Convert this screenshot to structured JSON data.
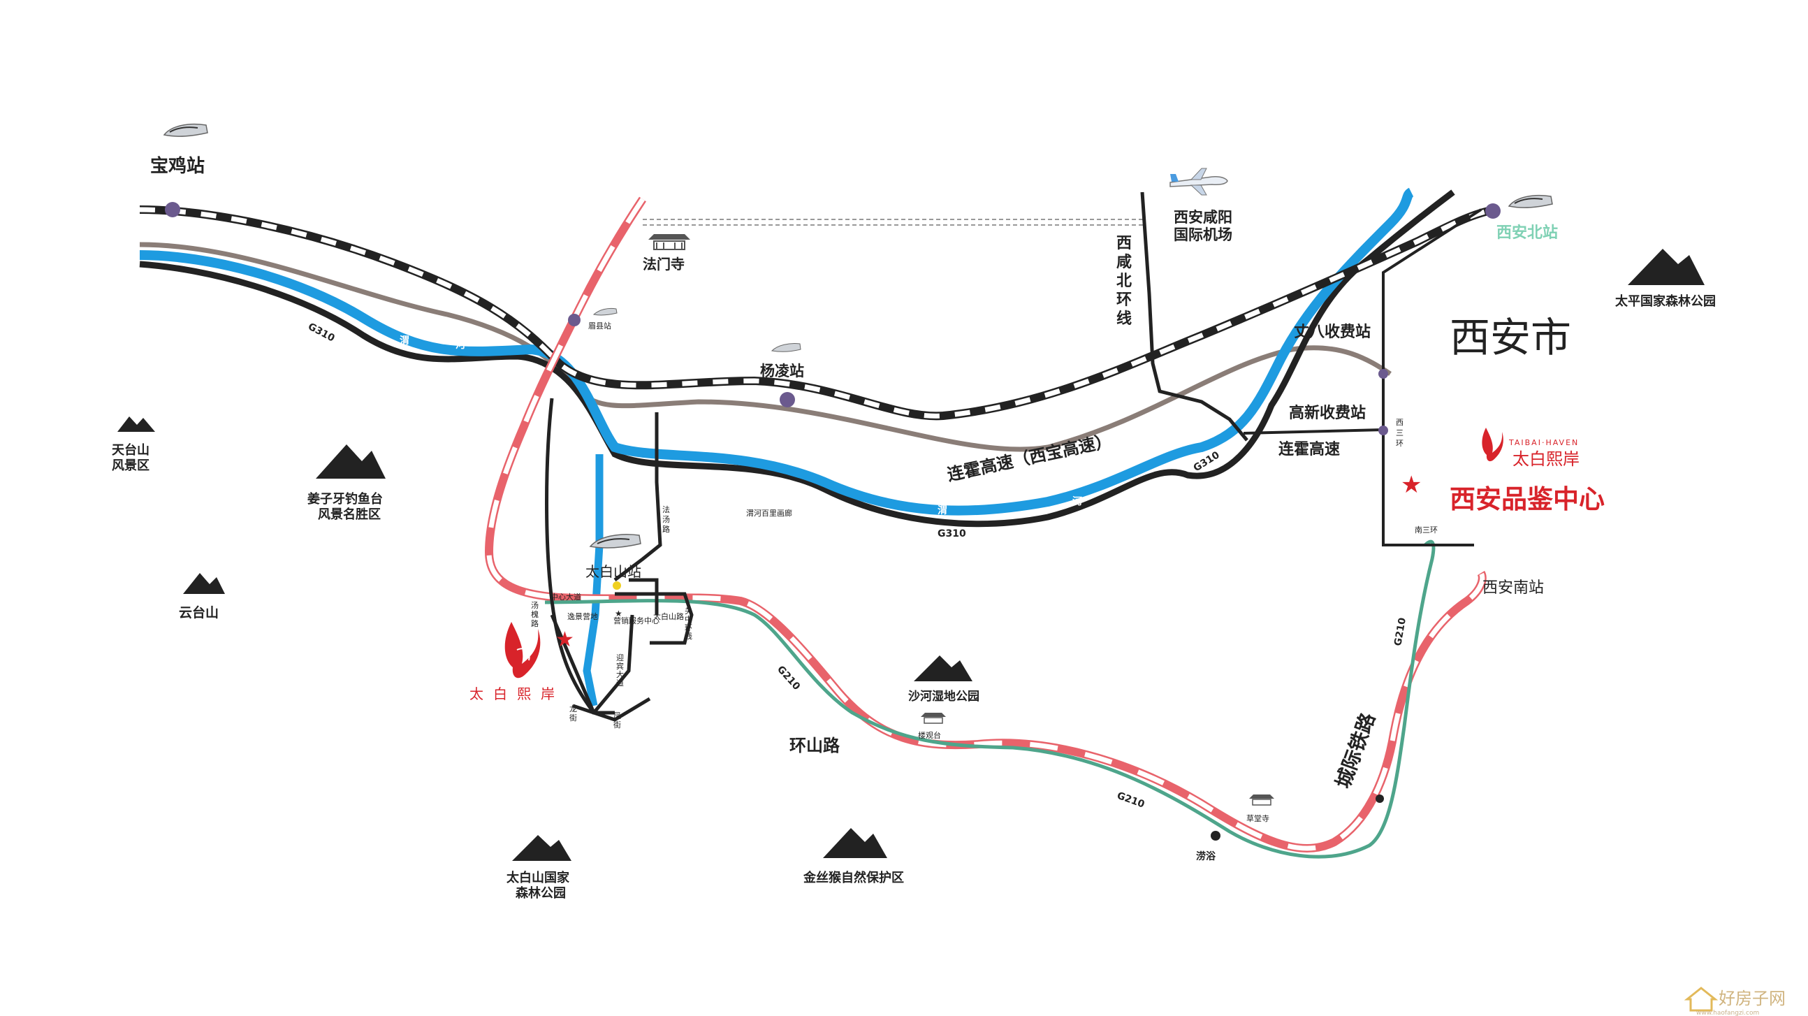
{
  "colors": {
    "river": "#1e9be0",
    "railway": "#222222",
    "highway_g310": "#222222",
    "lianhuo_expressway": "#8a7d77",
    "intercity_rail": "#e8636b",
    "g210": "#4ea58b",
    "brand_red": "#d8232a",
    "station_dot": "#6b5a8e",
    "north_station_text": "#7fd1b4"
  },
  "city": {
    "name": "西安市"
  },
  "brand": {
    "logo_text_cn": "太白熙岸",
    "logo_text_en": "TAIBAI·HAVEN",
    "logo_chars": [
      "太",
      "白",
      "熙",
      "岸"
    ],
    "center_name": "西安品鉴中心"
  },
  "stations": {
    "baoji": "宝鸡站",
    "meixian": "眉县站",
    "yangling": "杨凌站",
    "taibaishan": "太白山站",
    "xian_north": "西安北站",
    "xian_south": "西安南站"
  },
  "airport": {
    "name_line1": "西安咸阳",
    "name_line2": "国际机场"
  },
  "landmarks": {
    "famen_temple": "法门寺",
    "louguantai": "楼观台",
    "caotang_temple": "草堂寺",
    "weihe_gallery": "渭河百里画廊",
    "yuhu": "涝浴"
  },
  "scenic": {
    "tiantaishan": [
      "天台山",
      "风景区"
    ],
    "jiangziya": [
      "姜子牙钓鱼台",
      "风景名胜区"
    ],
    "yuntaishan": [
      "云台山"
    ],
    "taibaishan_forest": [
      "太白山国家",
      "森林公园"
    ],
    "golden_monkey": [
      "金丝猴自然保护区"
    ],
    "shahe_wetland": [
      "沙河湿地公园"
    ],
    "taiping_forest": [
      "太平国家森林公园"
    ]
  },
  "roads": {
    "g310": "G310",
    "g210": "G210",
    "river_wei": [
      "渭",
      "河"
    ],
    "lianhuo": "连霍高速（西宝高速）",
    "lianhuo_short": "连霍高速",
    "huanshan": "环山路",
    "intercity": "城际铁路",
    "xixian_north_ring": [
      "西",
      "咸",
      "北",
      "环",
      "线"
    ],
    "west_third_ring": [
      "西",
      "三",
      "环"
    ],
    "south_third_ring": "南三环",
    "zhangba_toll": "丈八收费站",
    "gaoxin_toll": "高新收费站"
  },
  "local_streets": {
    "zhongxin_ave": "中心大道",
    "fatang_road": [
      "法",
      "汤",
      "路"
    ],
    "tanghuai_road": [
      "汤",
      "槐",
      "路"
    ],
    "yibin_ave": [
      "迎",
      "宾",
      "大",
      "道"
    ],
    "guanzhong_ring": [
      "关",
      "中",
      "环",
      "线"
    ],
    "yijing_yingdi": "逸景营地",
    "taibaishan_road": "太白山路",
    "center_point": "营销服务中心",
    "longjie": [
      "龙",
      "街"
    ],
    "fengjie": [
      "凤",
      "街"
    ]
  },
  "watermark": {
    "text": "好房子网",
    "url": "www.haofangzi.com"
  }
}
